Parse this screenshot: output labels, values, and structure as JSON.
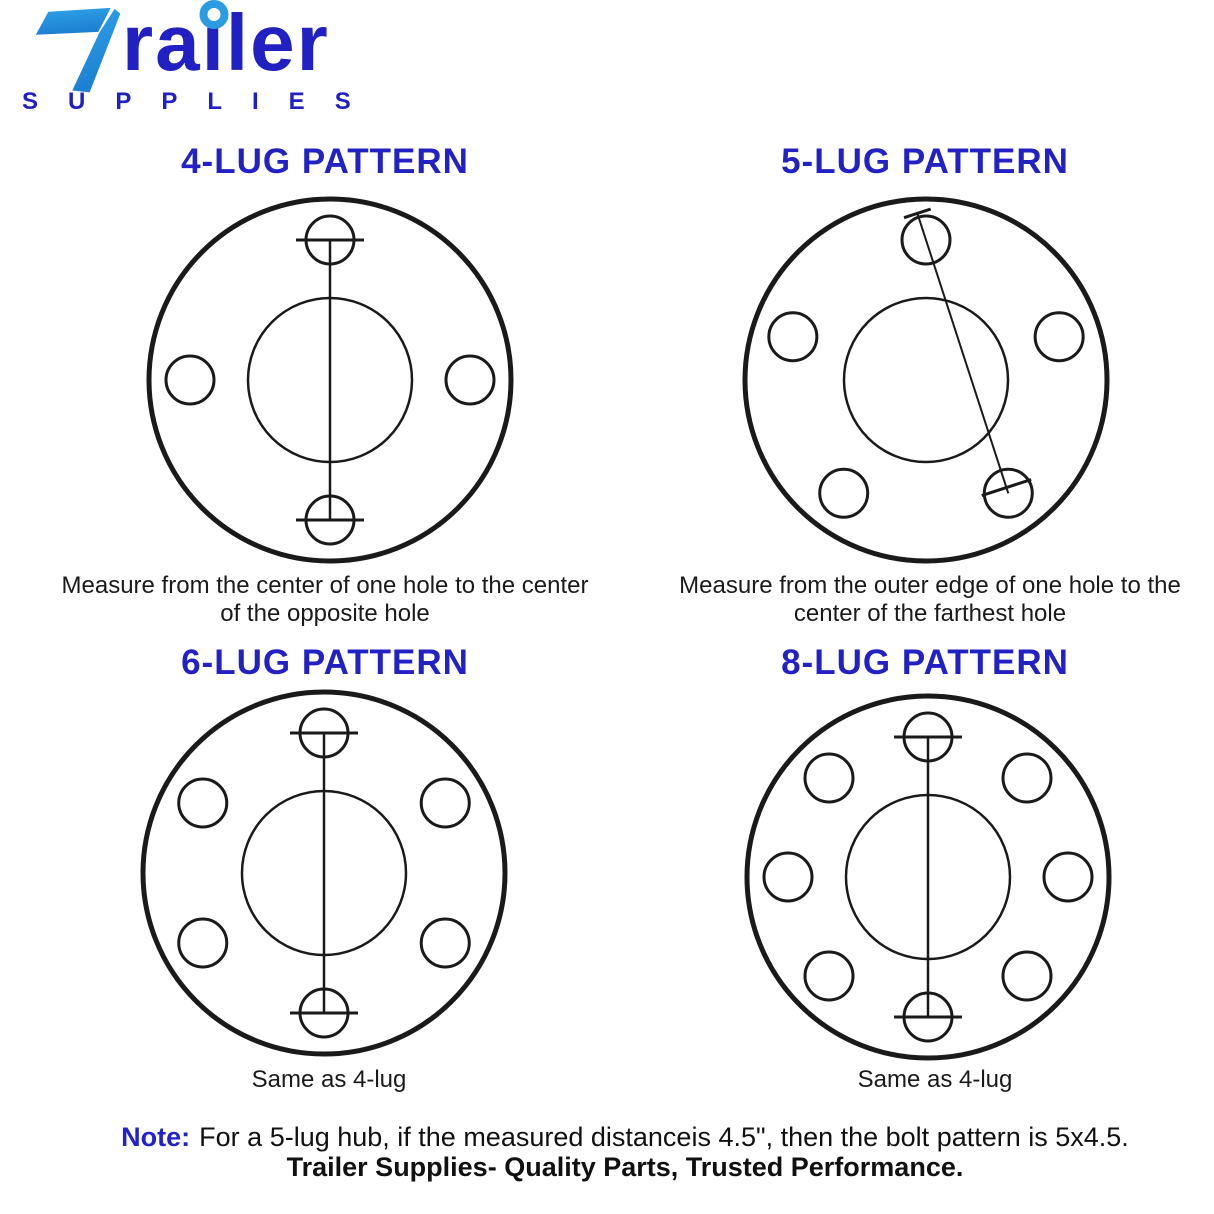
{
  "logo": {
    "brand": "Trailer",
    "word_fragments": [
      "ra",
      "ı",
      "ler"
    ],
    "subtitle": "SUPPLIES",
    "icon": "trailer-t-flag-icon"
  },
  "colors": {
    "brand_light_blue": "#2B9CE1",
    "brand_dark_blue": "#2121C3",
    "title_blue": "#2222C4",
    "note_blue": "#2222CC",
    "line_color": "#1A1A1A",
    "background": "#FFFFFF"
  },
  "sections": [
    {
      "id": "4-lug",
      "title": "4-LUG PATTERN",
      "caption_lines": [
        "Measure from the center of one hole to the center",
        "of the opposite hole"
      ],
      "lugs": 4,
      "hole_angles": [
        270,
        0,
        90,
        180
      ],
      "measure_type": "center-to-center",
      "measure_from": 270,
      "measure_to": 90
    },
    {
      "id": "5-lug",
      "title": "5-LUG PATTERN",
      "caption_lines": [
        "Measure from the outer edge of one hole to the",
        "center of the farthest hole"
      ],
      "lugs": 5,
      "hole_angles": [
        270,
        342,
        54,
        126,
        198
      ],
      "measure_type": "edge-to-center",
      "measure_from": 270,
      "measure_to": 54
    },
    {
      "id": "6-lug",
      "title": "6-LUG PATTERN",
      "caption_lines": [
        "Same as 4-lug"
      ],
      "lugs": 6,
      "hole_angles": [
        270,
        330,
        30,
        90,
        150,
        210
      ],
      "measure_type": "center-to-center",
      "measure_from": 270,
      "measure_to": 90
    },
    {
      "id": "8-lug",
      "title": "8-LUG PATTERN",
      "caption_lines": [
        "Same as 4-lug"
      ],
      "lugs": 8,
      "hole_angles": [
        270,
        315,
        0,
        45,
        90,
        135,
        180,
        225
      ],
      "measure_type": "center-to-center",
      "measure_from": 270,
      "measure_to": 90
    }
  ],
  "note": {
    "label": "Note:",
    "text": "For a 5-lug hub, if the measured distanceis 4.5\", then the bolt pattern is 5x4.5."
  },
  "footer": {
    "text": "Trailer Supplies- Quality Parts, Trusted Performance."
  }
}
